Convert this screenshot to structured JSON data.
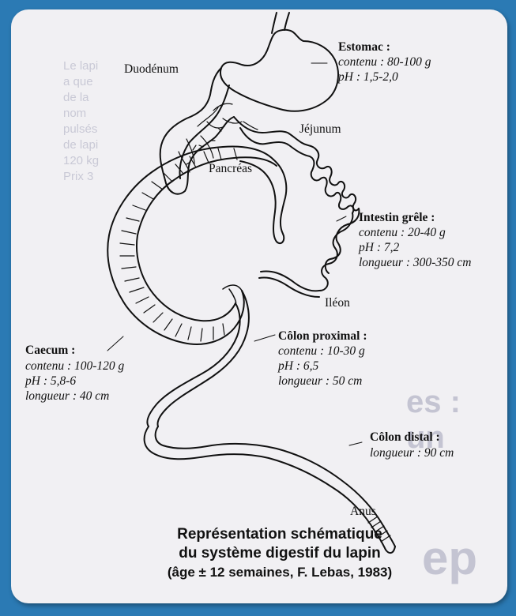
{
  "labels": {
    "duodenum": "Duodénum",
    "estomac": {
      "title": "Estomac :",
      "line1": "contenu : 80-100 g",
      "line2": "pH : 1,5-2,0"
    },
    "jejunum": "Jéjunum",
    "pancreas": "Pancréas",
    "intestin": {
      "title": "Intestin grêle :",
      "line1": "contenu : 20-40 g",
      "line2": "pH : 7,2",
      "line3": "longueur : 300-350 cm"
    },
    "ileon": "Iléon",
    "colon_proximal": {
      "title": "Côlon proximal :",
      "line1": "contenu : 10-30 g",
      "line2": "pH : 6,5",
      "line3": "longueur : 50 cm"
    },
    "caecum": {
      "title": "Caecum :",
      "line1": "contenu : 100-120 g",
      "line2": "pH : 5,8-6",
      "line3": "longueur : 40 cm"
    },
    "colon_distal": {
      "title": "Côlon distal :",
      "line1": "longueur : 90 cm"
    },
    "anus": "Anus"
  },
  "caption": {
    "line1": "Représentation schématique",
    "line2": "du système digestif du lapin",
    "line3": "(âge ± 12 semaines, F. Lebas, 1983)"
  },
  "colors": {
    "frame": "#2b7ab4",
    "card": "#f1f0f3",
    "ink": "#111111"
  }
}
